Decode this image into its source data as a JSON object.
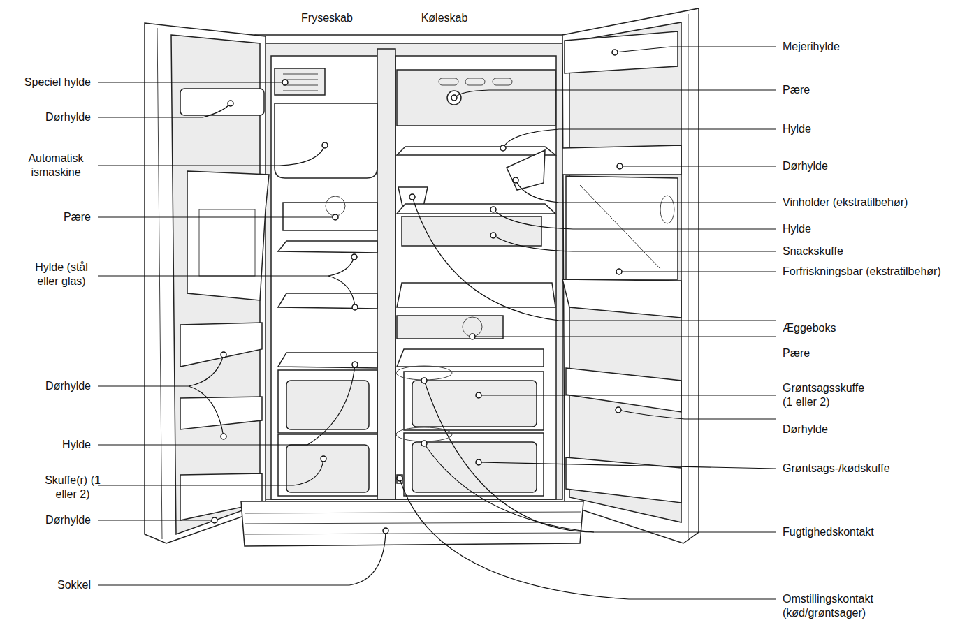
{
  "diagram": {
    "labels": [
      "Fryseskab",
      "Køleskab",
      "Speciel hylde",
      "Dørhylde",
      "Automatisk ismaskine",
      "Pære",
      "Hylde (stål eller glas)",
      "Dørhylde",
      "Hylde",
      "Skuffe(r) (1 eller 2)",
      "Dørhylde",
      "Sokkel",
      "Mejerihylde",
      "Pære",
      "Hylde",
      "Dørhylde",
      "Vinholder (ekstratilbehør)",
      "Hylde",
      "Snackskuffe",
      "Forfriskningsbar (ekstratilbehør)",
      "Æggeboks",
      "Pære",
      "Grøntsagsskuffe (1 eller 2)",
      "Dørhylde",
      "Grøntsags-/kødskuffe",
      "Fugtighedskontakt",
      "Omstillingskontakt (kød/grøntsager)"
    ]
  }
}
